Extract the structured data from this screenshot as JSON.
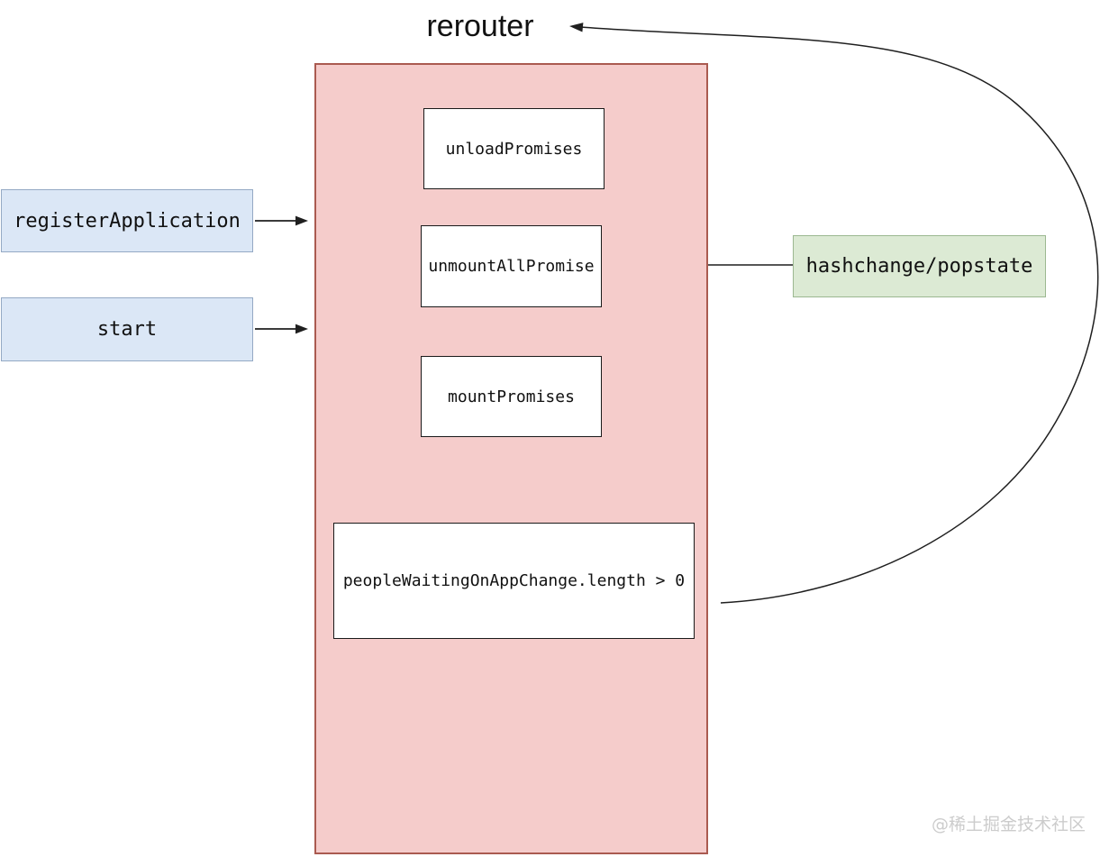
{
  "diagram": {
    "title": "rerouter",
    "nodes": {
      "register_application": {
        "label": "registerApplication"
      },
      "start": {
        "label": "start"
      },
      "unload_promises": {
        "label": "unloadPromises"
      },
      "unmount_all_promise": {
        "label": "unmountAllPromise"
      },
      "mount_promises": {
        "label": "mountPromises"
      },
      "people_waiting": {
        "label": "peopleWaitingOnAppChange.length > 0"
      },
      "hashchange_popstate": {
        "label": "hashchange/popstate"
      }
    },
    "edges": {
      "register_to_rerouter": "arrow-right",
      "start_to_rerouter": "arrow-right",
      "rerouter_to_hashchange": "plain-line",
      "people_waiting_loop_to_rerouter": "curved-arrow"
    },
    "colors": {
      "pink_fill": "#f5cccb",
      "pink_border": "#aa5a50",
      "blue_fill": "#dbe7f6",
      "blue_border": "#94a9c4",
      "green_fill": "#dcead4",
      "green_border": "#9cb891",
      "white_box_fill": "#ffffff",
      "white_box_border": "#1a1a1a",
      "line": "#1f1f1f",
      "title_text": "#111111",
      "watermark_text": "#cccccc"
    },
    "watermark": "@稀土掘金技术社区"
  }
}
